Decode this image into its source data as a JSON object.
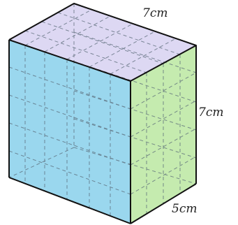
{
  "diagram": {
    "type": "cuboid",
    "labels": {
      "top_edge": "7cm",
      "right_edge": "7cm",
      "bottom_edge": "5cm"
    },
    "colors": {
      "top_face": "#d9d4f2",
      "front_face": "#8fd3ec",
      "side_face": "#bfe9a6",
      "edge": "#111111",
      "grid": "#5a6a78"
    }
  }
}
